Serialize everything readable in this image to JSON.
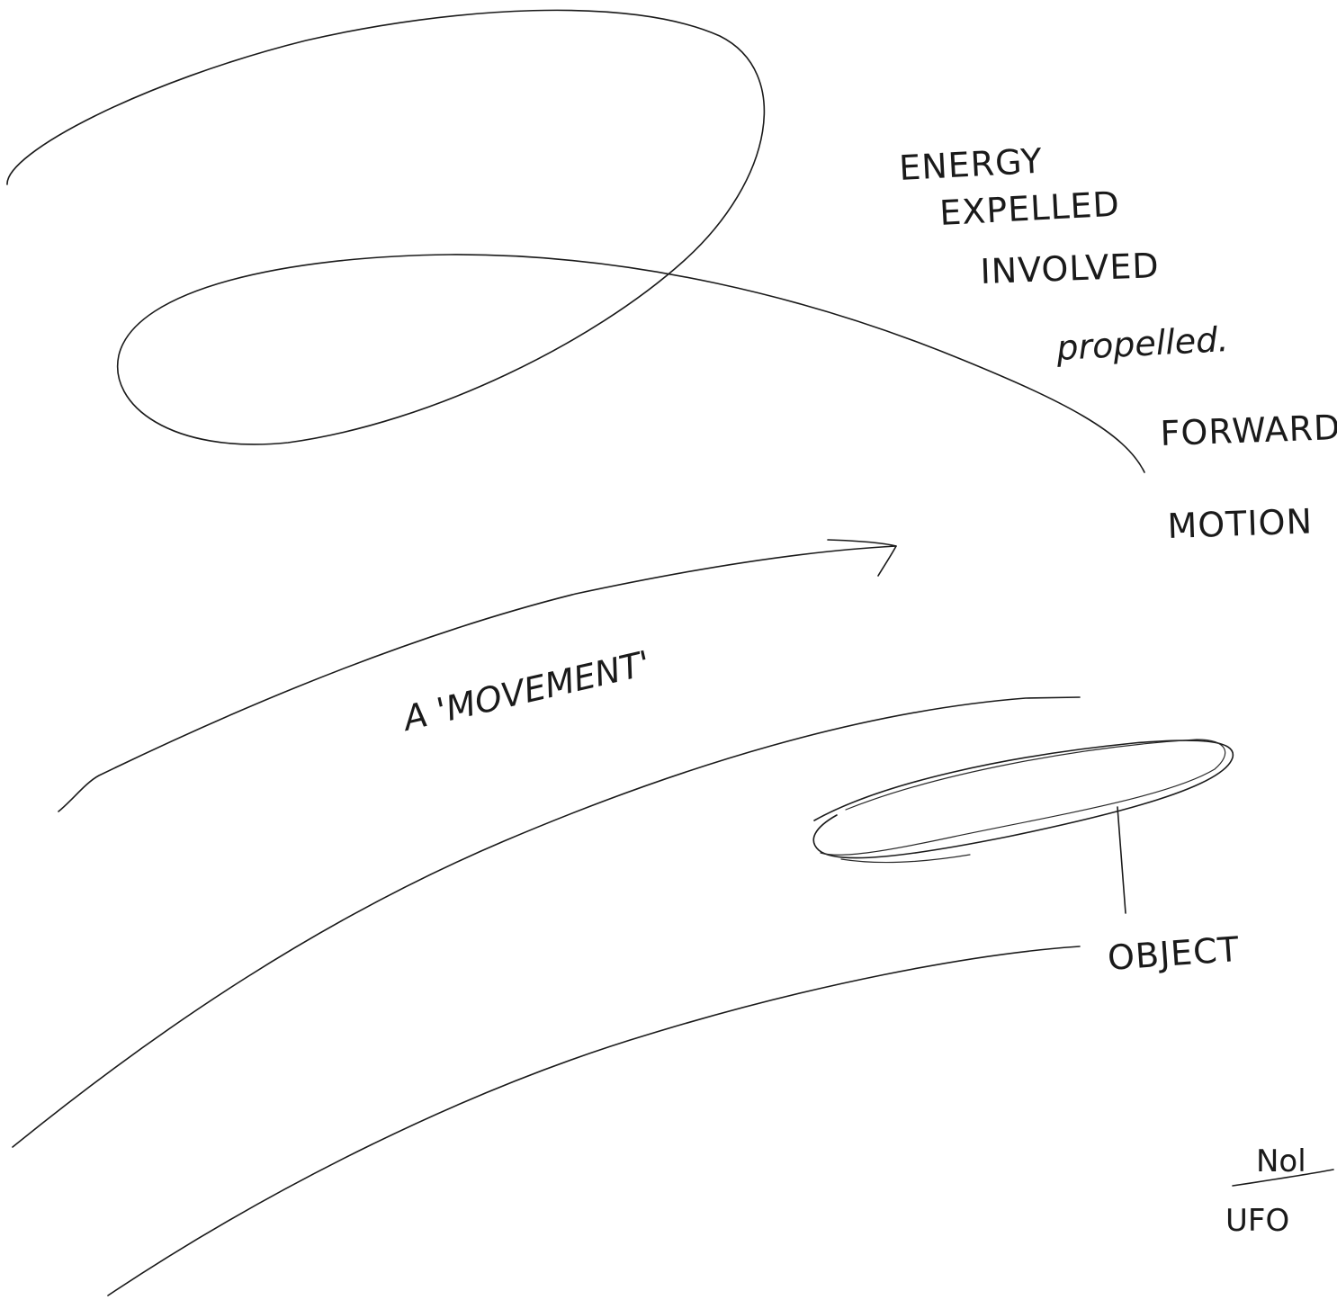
{
  "annotations": {
    "line1": "ENERGY",
    "line2": "EXPELLED",
    "line3": "INVOLVED",
    "line4": "propelled.",
    "line5": "FORWARD",
    "line6": "MOTION",
    "movement_label": "A 'MOVEMENT'",
    "object_label": "OBJECT"
  },
  "signature": {
    "top": "Nol",
    "bottom": "UFO"
  },
  "stroke_color": "#1a1a1a",
  "background_color": "#ffffff"
}
